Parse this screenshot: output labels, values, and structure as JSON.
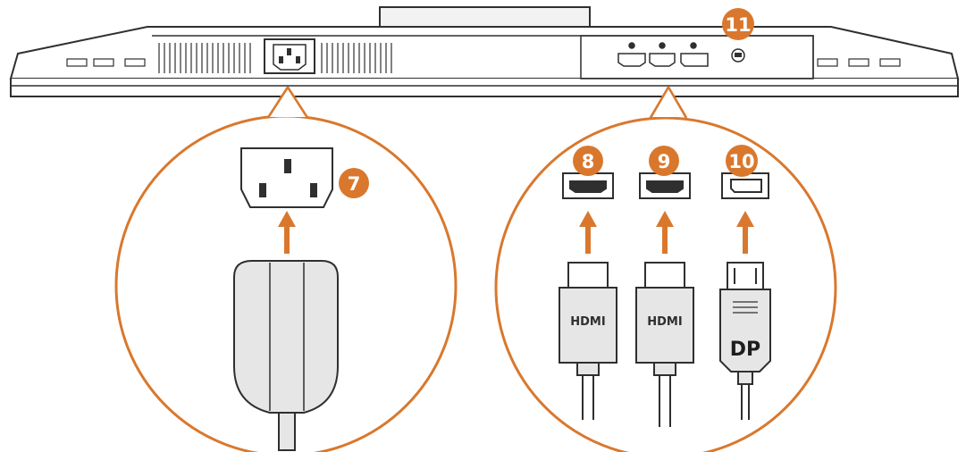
{
  "colors": {
    "accent": "#d9782d",
    "line": "#2f2f2f",
    "fill": "#e6e6e6",
    "background": "#ffffff"
  },
  "callouts": {
    "power": {
      "number": "7"
    },
    "hdmi_1": {
      "number": "8"
    },
    "hdmi_2": {
      "number": "9"
    },
    "displayport": {
      "number": "10"
    },
    "lock_slot": {
      "number": "11"
    }
  },
  "plugs": {
    "hdmi_1": {
      "logo": "HDMI"
    },
    "hdmi_2": {
      "logo": "HDMI"
    },
    "displayport": {
      "logo": "DP"
    }
  },
  "icons": [
    "power-socket-icon",
    "hdmi-port-icon",
    "displayport-port-icon",
    "lock-slot-icon",
    "power-plug-icon",
    "hdmi-plug-icon",
    "displayport-plug-icon",
    "arrow-up-icon"
  ]
}
